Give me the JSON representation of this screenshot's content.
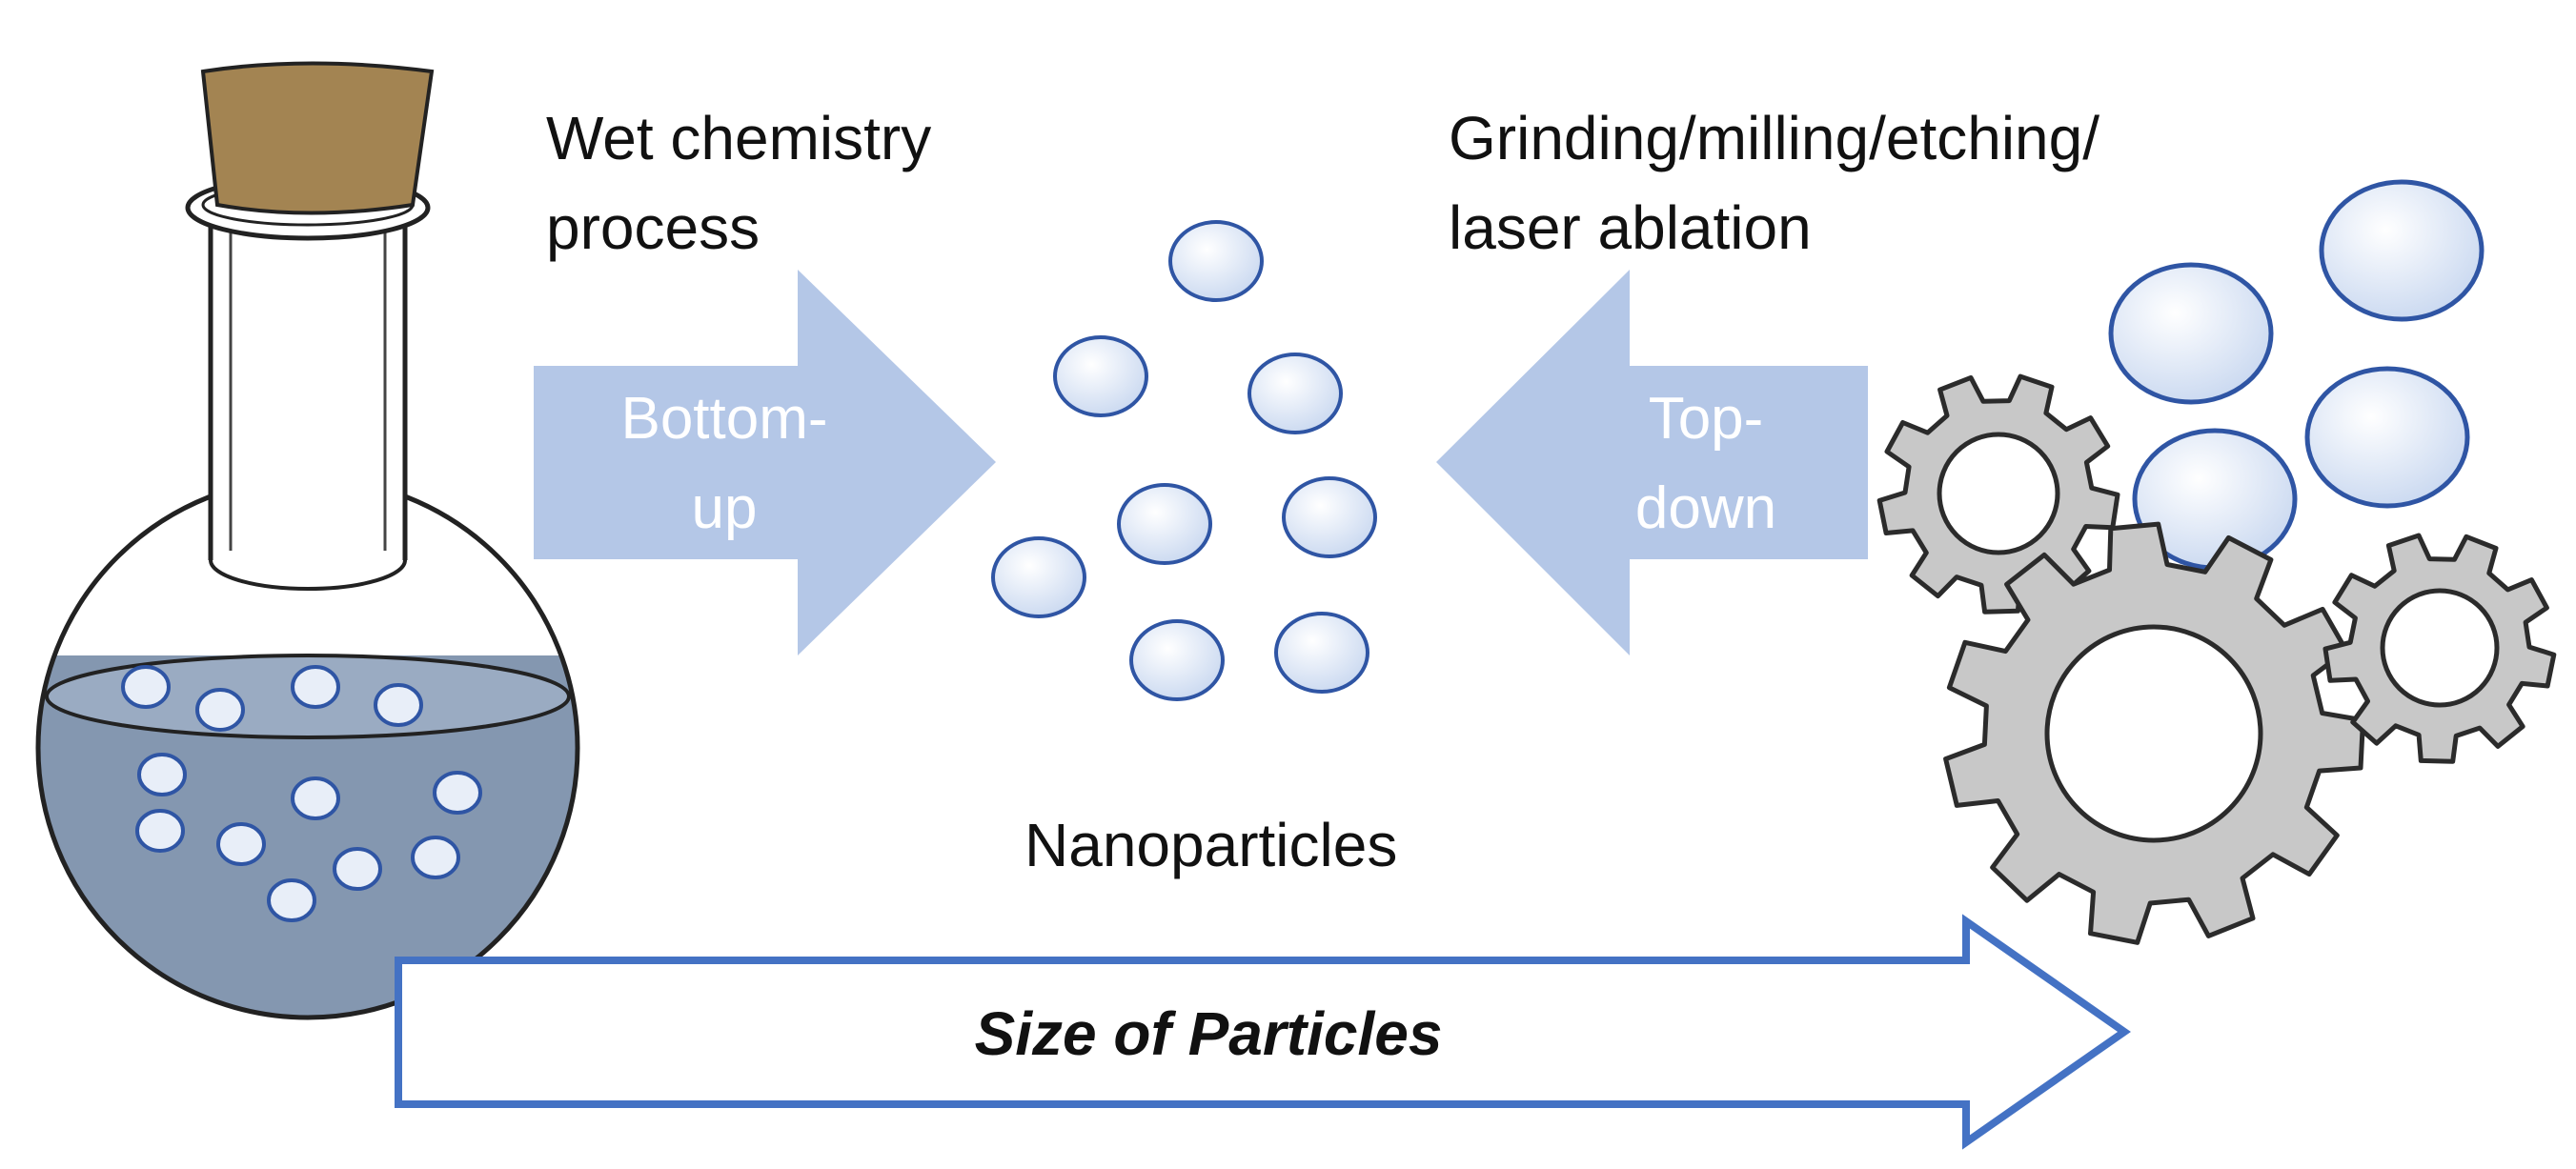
{
  "labels": {
    "wet_chemistry_line1": "Wet chemistry",
    "wet_chemistry_line2": "process",
    "grinding_line1": "Grinding/milling/etching/",
    "grinding_line2": "laser ablation",
    "bottom_up_line1": "Bottom-",
    "bottom_up_line2": "up",
    "top_down_line1": "Top-",
    "top_down_line2": "down",
    "nanoparticles": "Nanoparticles",
    "size_of_particles": "Size of Particles"
  },
  "colors": {
    "particle_fill": "#dbe6f5",
    "particle_stroke": "#2f55a4",
    "process_arrow": "#b4c7e7",
    "size_arrow_stroke": "#4472c4",
    "liquid": "#8497b0",
    "cork": "#a38452",
    "gear_fill": "#c8c8c8",
    "gear_stroke": "#2b2b2b"
  },
  "icons": [
    "flask-icon",
    "cork-icon",
    "gear-icon"
  ]
}
